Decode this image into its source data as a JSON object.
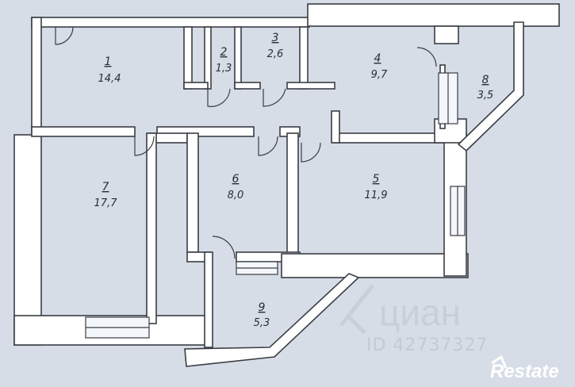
{
  "rooms": [
    {
      "id": "1",
      "num": "1",
      "area": "14,4"
    },
    {
      "id": "2",
      "num": "2",
      "area": "1,3"
    },
    {
      "id": "3",
      "num": "3",
      "area": "2,6"
    },
    {
      "id": "4",
      "num": "4",
      "area": "9,7"
    },
    {
      "id": "5",
      "num": "5",
      "area": "11,9"
    },
    {
      "id": "6",
      "num": "6",
      "area": "8,0"
    },
    {
      "id": "7",
      "num": "7",
      "area": "17,7"
    },
    {
      "id": "8",
      "num": "8",
      "area": "3,5"
    },
    {
      "id": "9",
      "num": "9",
      "area": "5,3"
    }
  ],
  "watermark": {
    "brand": "циан",
    "listing_id": "ID 42737327"
  },
  "logo": {
    "text": "Restate"
  },
  "colors": {
    "background": "#d6dde7",
    "wall_fill": "#ffffff",
    "wall_stroke": "#3a3d44",
    "text": "#2a2d33"
  }
}
